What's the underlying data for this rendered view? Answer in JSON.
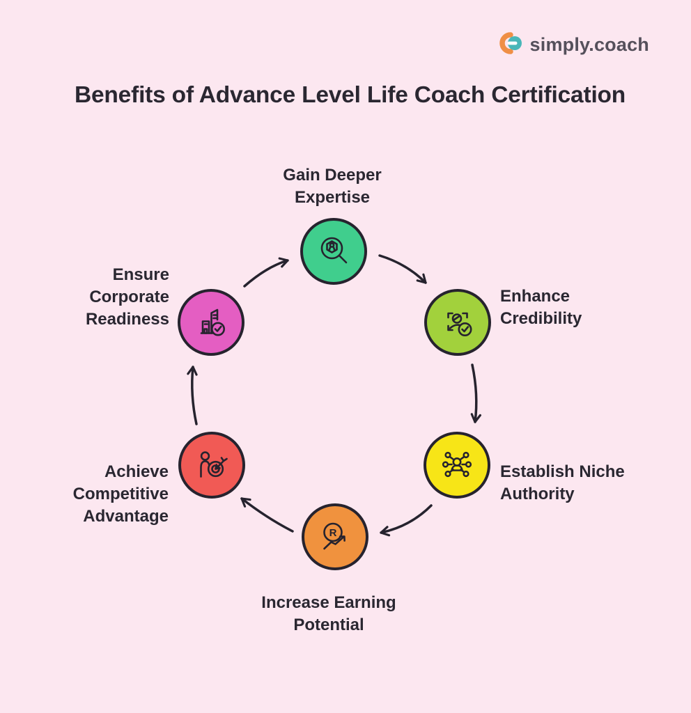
{
  "page": {
    "background": "#fce7f0",
    "text_color": "#2a2731",
    "line_color": "#26232e"
  },
  "logo": {
    "text": "simply.coach",
    "icon": "simply-coach-logo-icon",
    "icon_orange": "#ef8f45",
    "icon_teal": "#49b6b8",
    "text_color": "#55505b"
  },
  "title": {
    "text": "Benefits of Advance Level Life Coach Certification"
  },
  "diagram": {
    "type": "circular-cycle",
    "flow": "clockwise",
    "nodes": [
      {
        "id": "gain-deeper-expertise",
        "label": "Gain Deeper\nExpertise",
        "color": "#40ce8d",
        "icon": "magnifier-person-icon",
        "position": "top"
      },
      {
        "id": "enhance-credibility",
        "label": "Enhance\nCredibility",
        "color": "#a2d13c",
        "icon": "verified-person-icon",
        "position": "upper-right"
      },
      {
        "id": "establish-niche-authority",
        "label": "Establish Niche\nAuthority",
        "color": "#f7e517",
        "icon": "network-person-icon",
        "position": "lower-right"
      },
      {
        "id": "increase-earning-potential",
        "label": "Increase Earning\nPotential",
        "color": "#f0923e",
        "icon": "currency-growth-icon",
        "position": "bottom"
      },
      {
        "id": "achieve-competitive-advantage",
        "label": "Achieve\nCompetitive\nAdvantage",
        "color": "#f15a55",
        "icon": "person-target-icon",
        "position": "lower-left"
      },
      {
        "id": "ensure-corporate-readiness",
        "label": "Ensure\nCorporate\nReadiness",
        "color": "#e45ec2",
        "icon": "buildings-check-icon",
        "position": "upper-left"
      }
    ],
    "arrows": [
      {
        "from": "ensure-corporate-readiness",
        "to": "gain-deeper-expertise"
      },
      {
        "from": "gain-deeper-expertise",
        "to": "enhance-credibility"
      },
      {
        "from": "enhance-credibility",
        "to": "establish-niche-authority"
      },
      {
        "from": "establish-niche-authority",
        "to": "increase-earning-potential"
      },
      {
        "from": "increase-earning-potential",
        "to": "achieve-competitive-advantage"
      },
      {
        "from": "achieve-competitive-advantage",
        "to": "ensure-corporate-readiness"
      }
    ]
  }
}
